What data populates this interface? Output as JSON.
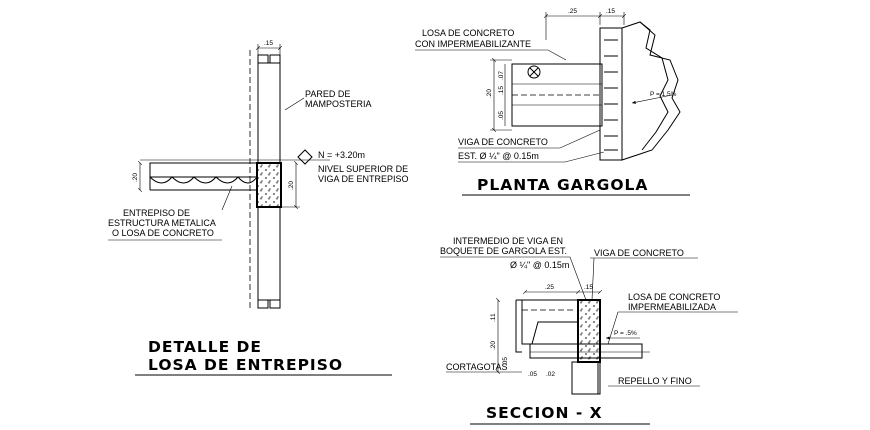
{
  "detalle_losa": {
    "title_line1": "DETALLE DE",
    "title_line2": "LOSA DE ENTREPISO",
    "labels": {
      "pared_1": "PARED DE",
      "pared_2": "MAMPOSTERIA",
      "nivel_n": "N = +3.20m",
      "nivel_1": "NIVEL SUPERIOR DE",
      "nivel_2": "VIGA DE ENTREPISO",
      "entrepiso_1": "ENTREPISO DE",
      "entrepiso_2": "ESTRUCTURA METALICA",
      "entrepiso_3": "O LOSA DE CONCRETO"
    },
    "dims": {
      "wall_width": ".15",
      "slab_height": ".20",
      "beam_height": ".20"
    }
  },
  "planta_gargola": {
    "title": "PLANTA GARGOLA",
    "labels": {
      "losa_1": "LOSA DE CONCRETO",
      "losa_2": "CON IMPERMEABILIZANTE",
      "viga": "VIGA DE CONCRETO",
      "est": "EST. Ø ¼\" @ 0.15m",
      "slope": "P = 1.5%"
    },
    "dims": {
      "top_a": ".25",
      "top_b": ".15",
      "left_total": ".20",
      "left_a": ".15",
      "left_b": ".07",
      "left_c": ".05"
    }
  },
  "seccion_x": {
    "title": "SECCION - X",
    "labels": {
      "intermedio_1": "INTERMEDIO DE VIGA EN",
      "intermedio_2": "BOQUETE DE GARGOLA EST.",
      "intermedio_3": "Ø ¼\" @ 0.15m",
      "viga": "VIGA DE CONCRETO",
      "losa_1": "LOSA DE CONCRETO",
      "losa_2": "IMPERMEABILIZADA",
      "slope": "P = .5%",
      "cortagotas": "CORTAGOTAS",
      "repello": "REPELLO Y FINO"
    },
    "dims": {
      "top_a": ".25",
      "top_b": ".15",
      "left_a": ".11",
      "left_b": ".20",
      "left_c": ".05",
      "bottom_a": ".05",
      "bottom_b": ".02"
    }
  }
}
